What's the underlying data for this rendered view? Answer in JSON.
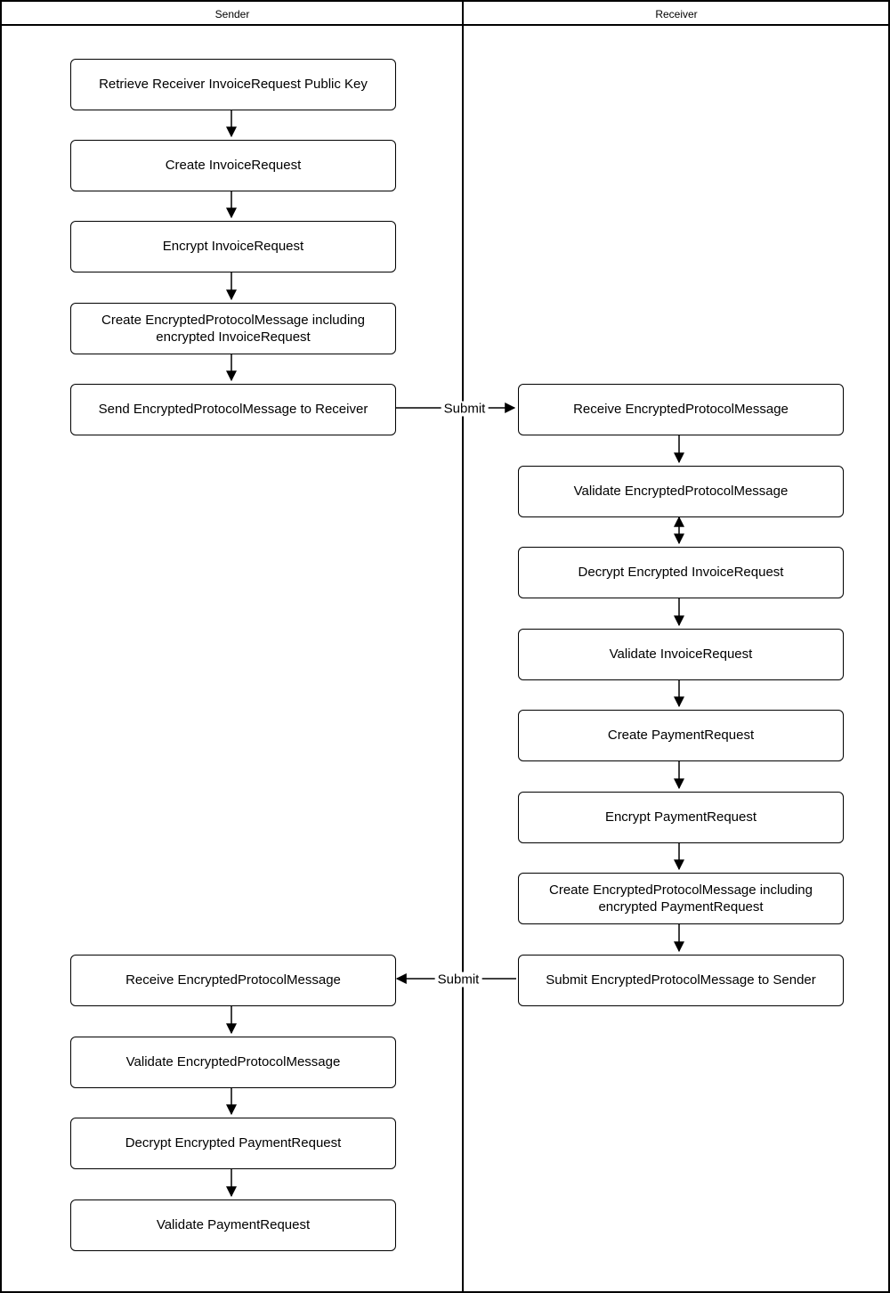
{
  "diagram": {
    "lanes": [
      {
        "title": "Sender"
      },
      {
        "title": "Receiver"
      }
    ],
    "sender_steps": [
      "Retrieve Receiver InvoiceRequest Public Key",
      "Create InvoiceRequest",
      "Encrypt InvoiceRequest",
      "Create EncryptedProtocolMessage including encrypted InvoiceRequest",
      "Send EncryptedProtocolMessage to Receiver",
      "Receive EncryptedProtocolMessage",
      "Validate EncryptedProtocolMessage",
      "Decrypt Encrypted PaymentRequest",
      "Validate PaymentRequest"
    ],
    "receiver_steps": [
      "Receive EncryptedProtocolMessage",
      "Validate EncryptedProtocolMessage",
      "Decrypt Encrypted InvoiceRequest",
      "Validate InvoiceRequest",
      "Create PaymentRequest",
      "Encrypt PaymentRequest",
      "Create EncryptedProtocolMessage including encrypted PaymentRequest",
      "Submit EncryptedProtocolMessage to Sender"
    ],
    "connector_labels": {
      "sender_to_receiver": "Submit",
      "receiver_to_sender": "Submit"
    },
    "colors": {
      "stroke": "#000000",
      "fill": "#ffffff"
    }
  }
}
